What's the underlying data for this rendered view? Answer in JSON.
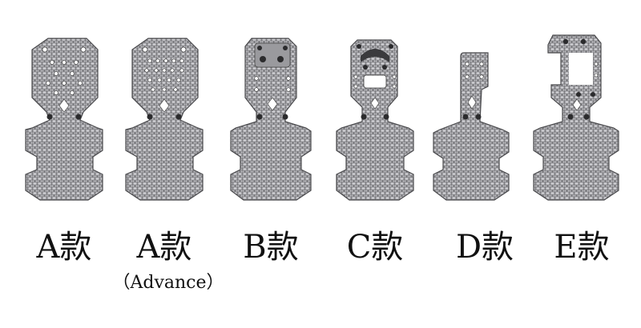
{
  "plates": [
    {
      "id": "a",
      "label": "A款",
      "sublabel": ""
    },
    {
      "id": "a-advance",
      "label": "A款",
      "sublabel": "（Advance）"
    },
    {
      "id": "b",
      "label": "B款",
      "sublabel": ""
    },
    {
      "id": "c",
      "label": "C款",
      "sublabel": ""
    },
    {
      "id": "d",
      "label": "D款",
      "sublabel": ""
    },
    {
      "id": "e",
      "label": "E款",
      "sublabel": ""
    }
  ],
  "colors": {
    "plate_fill": "#7f7f83",
    "plate_weave": "#d7d7da",
    "plate_edge": "#4a4a4d",
    "bolt": "#2b2b2d"
  }
}
